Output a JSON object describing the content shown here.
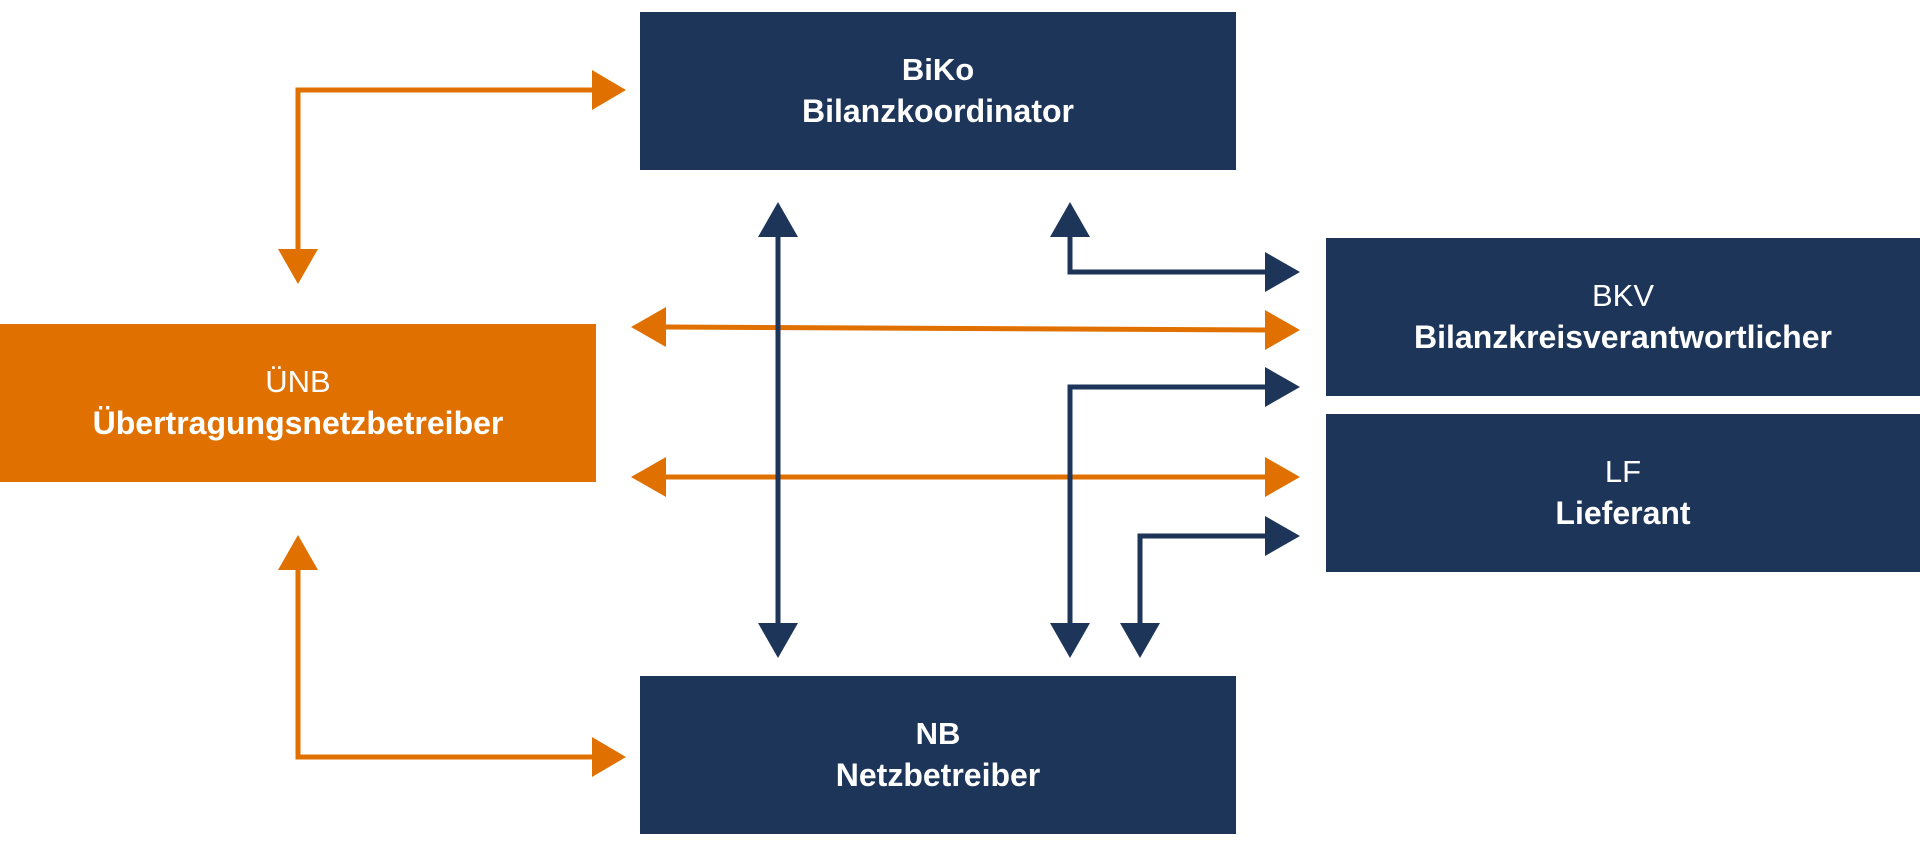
{
  "colors": {
    "navy": "#1e355a",
    "orange": "#e07000",
    "background": "#ffffff"
  },
  "nodes": {
    "biko": {
      "abbr": "BiKo",
      "full": "Bilanzkoordinator",
      "color": "#1e355a"
    },
    "bkv": {
      "abbr": "BKV",
      "full": "Bilanzkreisverantwortlicher",
      "color": "#1e355a"
    },
    "lf": {
      "abbr": "LF",
      "full": "Lieferant",
      "color": "#1e355a"
    },
    "unb": {
      "abbr": "ÜNB",
      "full": "Übertragungsnetzbetreiber",
      "color": "#e07000"
    },
    "nb": {
      "abbr": "NB",
      "full": "Netzbetreiber",
      "color": "#1e355a"
    }
  },
  "connections": [
    {
      "from": "unb",
      "to": "biko",
      "color": "orange",
      "bidirectional": true
    },
    {
      "from": "unb",
      "to": "nb",
      "color": "orange",
      "bidirectional": true
    },
    {
      "from": "unb",
      "to": "bkv",
      "color": "orange",
      "bidirectional": true
    },
    {
      "from": "unb",
      "to": "lf",
      "color": "orange",
      "bidirectional": true
    },
    {
      "from": "biko",
      "to": "nb",
      "color": "navy",
      "bidirectional": true
    },
    {
      "from": "biko",
      "to": "bkv",
      "color": "navy",
      "bidirectional": true
    },
    {
      "from": "nb",
      "to": "bkv",
      "color": "navy",
      "bidirectional": true
    },
    {
      "from": "nb",
      "to": "lf",
      "color": "navy",
      "bidirectional": true
    }
  ]
}
